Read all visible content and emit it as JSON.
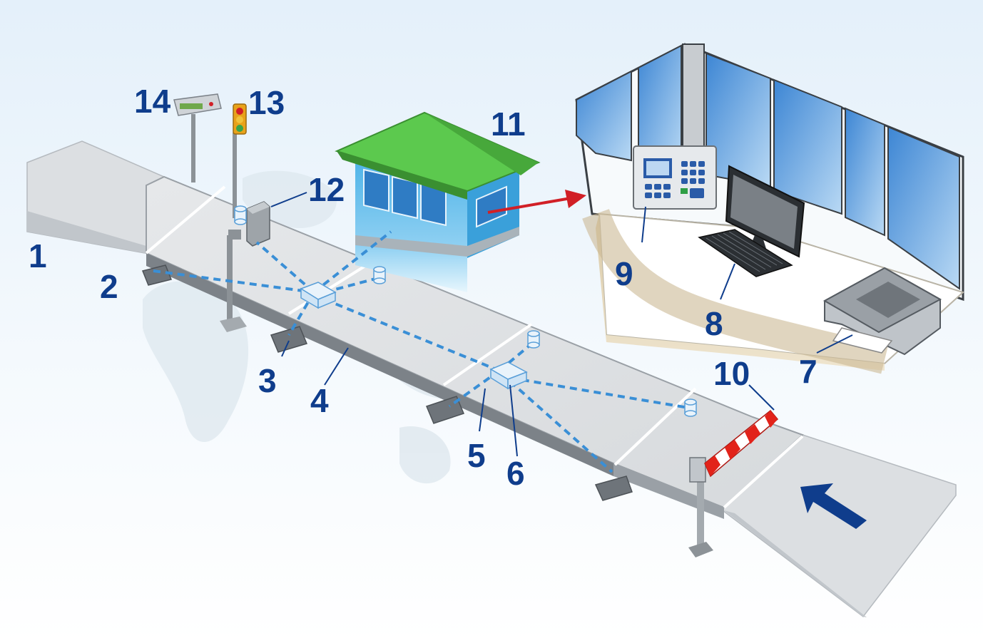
{
  "labels": {
    "n1": "1",
    "n2": "2",
    "n3": "3",
    "n4": "4",
    "n5": "5",
    "n6": "6",
    "n7": "7",
    "n8": "8",
    "n9": "9",
    "n10": "10",
    "n11": "11",
    "n12": "12",
    "n13": "13",
    "n14": "14"
  },
  "colors": {
    "label": "#0f3d8c",
    "cable": "#3a8fd6",
    "booth_roof": "#5cc94e",
    "booth_wall": "#4fb4e8",
    "arrow_red": "#d11f26",
    "arrow_blue": "#0f3d8c",
    "barrier_red": "#e2231a",
    "window_blue": "#7fb2e5"
  }
}
